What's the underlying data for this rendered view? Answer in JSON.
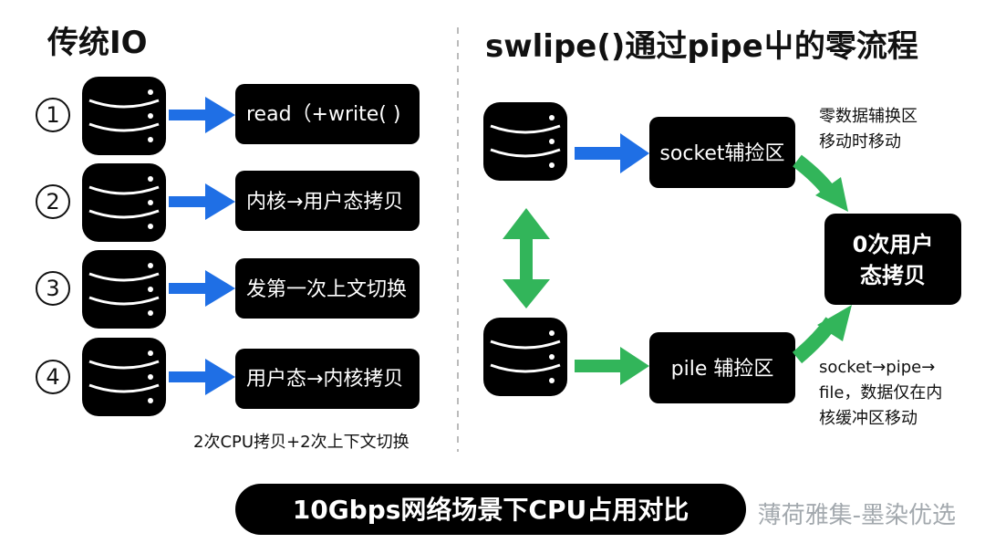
{
  "left": {
    "title": "传统IO",
    "steps": [
      {
        "num": "1",
        "label": "read（+write( )"
      },
      {
        "num": "2",
        "label": "内核→用户态拷贝"
      },
      {
        "num": "3",
        "label": "发第一次上文切换"
      },
      {
        "num": "4",
        "label": "用户态→内核拷贝"
      }
    ],
    "note": "2次CPU拷贝+2次上下文切换"
  },
  "right": {
    "title": "swlipe()通过pipe屮的零流程",
    "socket_label": "socket辅捡区",
    "pile_label": "pile 辅捡区",
    "center_lines": [
      "0次用户",
      "态拷贝"
    ],
    "top_note_lines": [
      "零数据辅换区",
      "移动时移动"
    ],
    "bottom_note_lines": [
      "socket→pipe→",
      "file，数据仅在内",
      "核缓冲区移动"
    ]
  },
  "footer": {
    "label": "10Gbps网络场景下CPU占用对比"
  },
  "watermark": "薄荷雅集-墨染优选",
  "colors": {
    "blue_arrow": "#1f6fe5",
    "green_arrow": "#32b55a",
    "box_bg": "#000000",
    "divider": "#bbbbbb"
  }
}
